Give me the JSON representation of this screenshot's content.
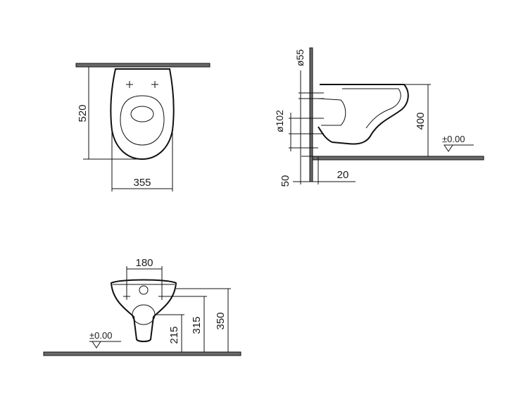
{
  "top_view": {
    "depth": "520",
    "width": "355"
  },
  "side_view": {
    "pipe_small": "ø55",
    "pipe_large": "ø102",
    "floor_offset": "50",
    "wall_offset": "20",
    "height": "400",
    "level": "±0.00"
  },
  "front_view": {
    "spacing": "180",
    "h_low": "215",
    "h_mid": "315",
    "h_high": "350",
    "level": "±0.00"
  }
}
